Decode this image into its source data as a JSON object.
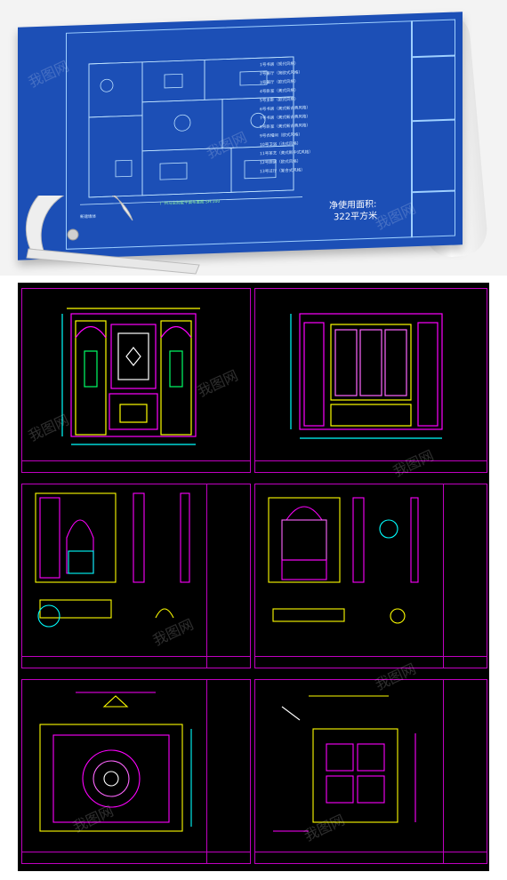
{
  "blueprint": {
    "legend_items": [
      "1号书房（现代风格）",
      "2号客厅（简欧式风格）",
      "3号餐厅（欧式风格）",
      "4号卧室（美式风格）",
      "5号主卧（欧式风格）",
      "6号书房（美式新古典风格）",
      "7号书房（美式新古典风格）",
      "8号卧室（美式新古典风格）",
      "9号衣帽间（欧式风格）",
      "10号卫浴（法式风格）",
      "11号茶艺（美式新中式风格）",
      "12号厨房（欧式风格）",
      "13号过厅（复合式风格）"
    ],
    "plan_caption": "广州马会别墅平面布置图 SH:100",
    "left_caption": "新建墙体",
    "area_label": "净使用面积:",
    "area_value": "322平方米"
  },
  "watermark": "我图网",
  "colors": {
    "blueprint_blue": "#1c4fb6",
    "cad_magenta": "#ff00ff",
    "cad_yellow": "#ffff00",
    "cad_cyan": "#00ffff",
    "cad_background": "#000000"
  }
}
